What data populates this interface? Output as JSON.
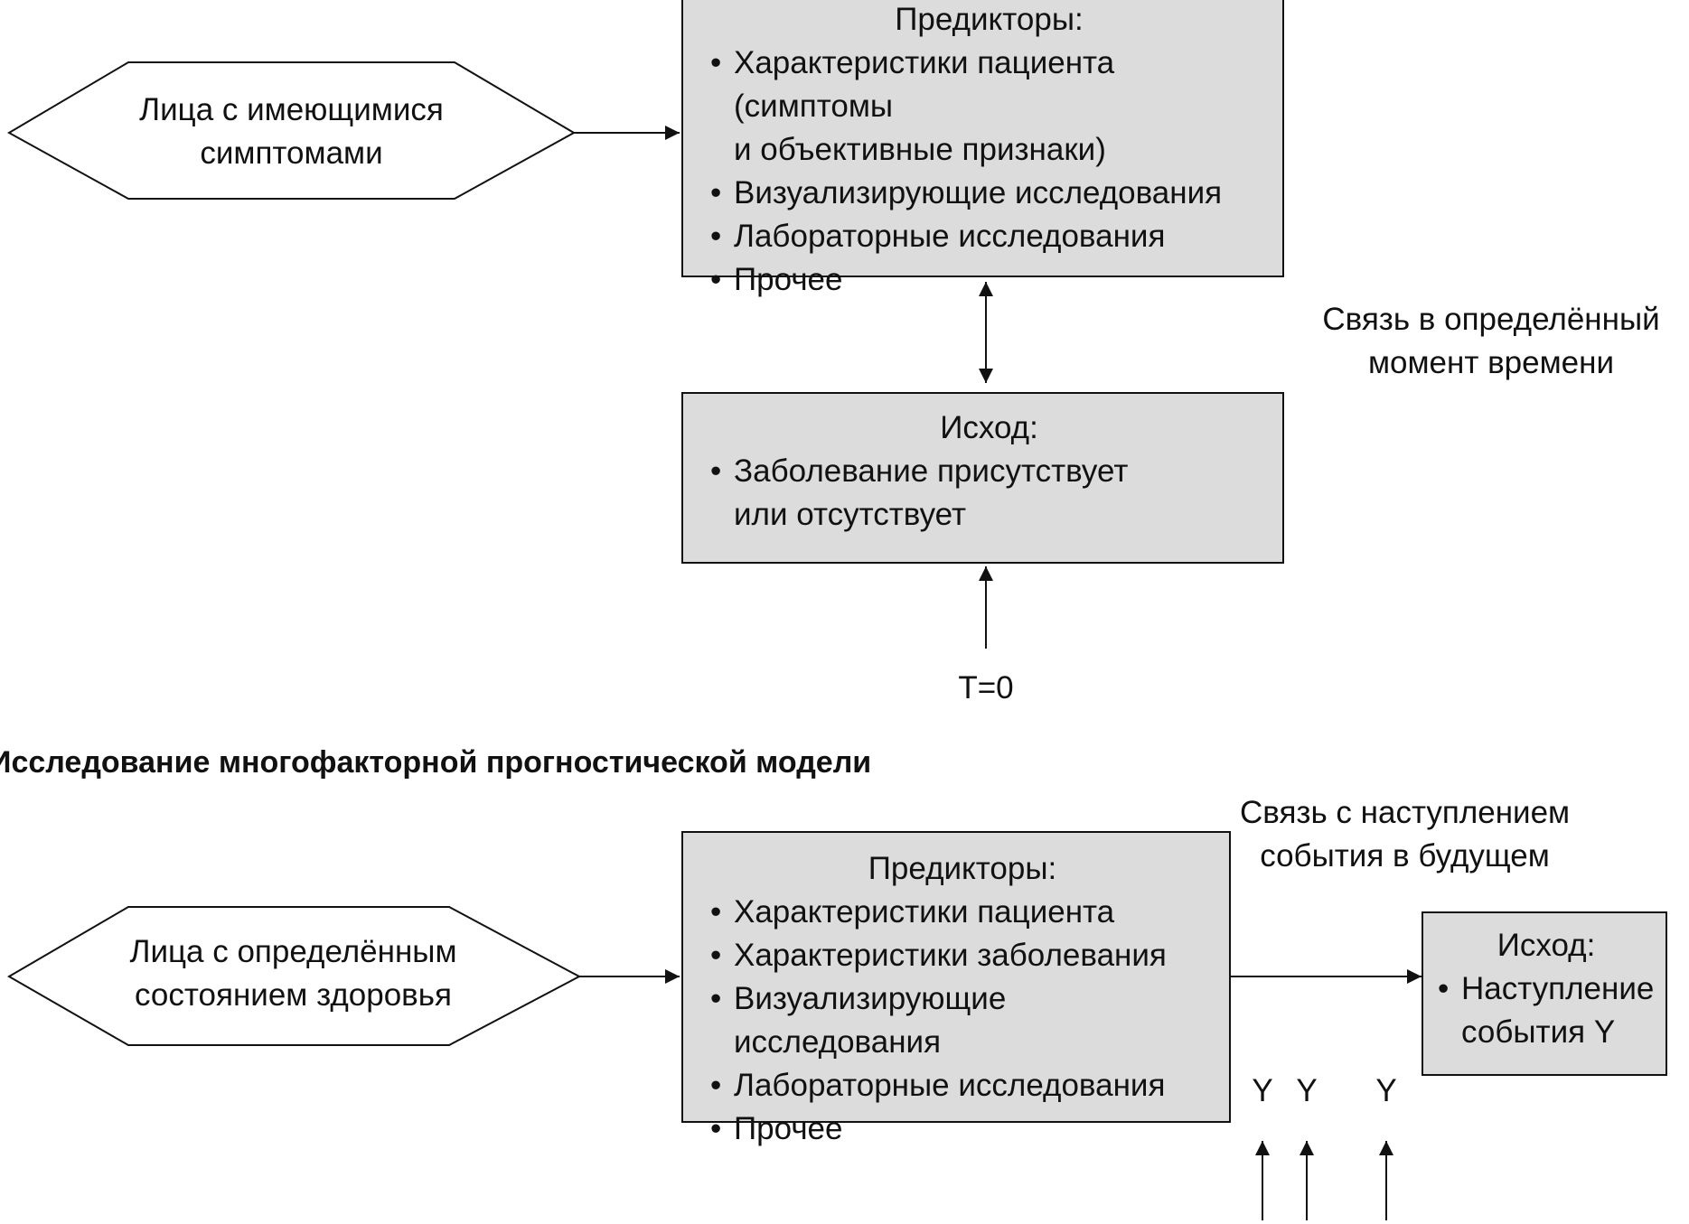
{
  "diagnostic": {
    "population": {
      "line1": "Лица с имеющимися",
      "line2": "симптомами"
    },
    "predictors": {
      "title": "Предикторы:",
      "item1_line1": "Характеристики пациента (симптомы",
      "item1_line2": "и объективные признаки)",
      "item2": "Визуализирующие исследования",
      "item3": "Лабораторные исследования",
      "item4": "Прочее"
    },
    "outcome": {
      "title": "Исход:",
      "item1_line1": "Заболевание присутствует",
      "item1_line2": "или отсутствует"
    },
    "association": {
      "line1": "Связь в определённый",
      "line2": "момент времени"
    },
    "time_label": "T=0"
  },
  "prognostic": {
    "heading": "Исследование многофакторной прогностической модели",
    "population": {
      "line1": "Лица с определённым",
      "line2": "состоянием здоровья"
    },
    "predictors": {
      "title": "Предикторы:",
      "item1": "Характеристики пациента",
      "item2": "Характеристики заболевания",
      "item3": "Визуализирующие исследования",
      "item4": "Лабораторные исследования",
      "item5": "Прочее"
    },
    "association": {
      "line1": "Связь с наступлением",
      "line2": "события в будущем"
    },
    "outcome": {
      "title": "Исход:",
      "item1_line1": "Наступление",
      "item1_line2": "события Y"
    },
    "event_labels": [
      "Y",
      "Y",
      "Y"
    ]
  },
  "colors": {
    "box_fill": "#dcdcdc",
    "stroke": "#111111"
  }
}
